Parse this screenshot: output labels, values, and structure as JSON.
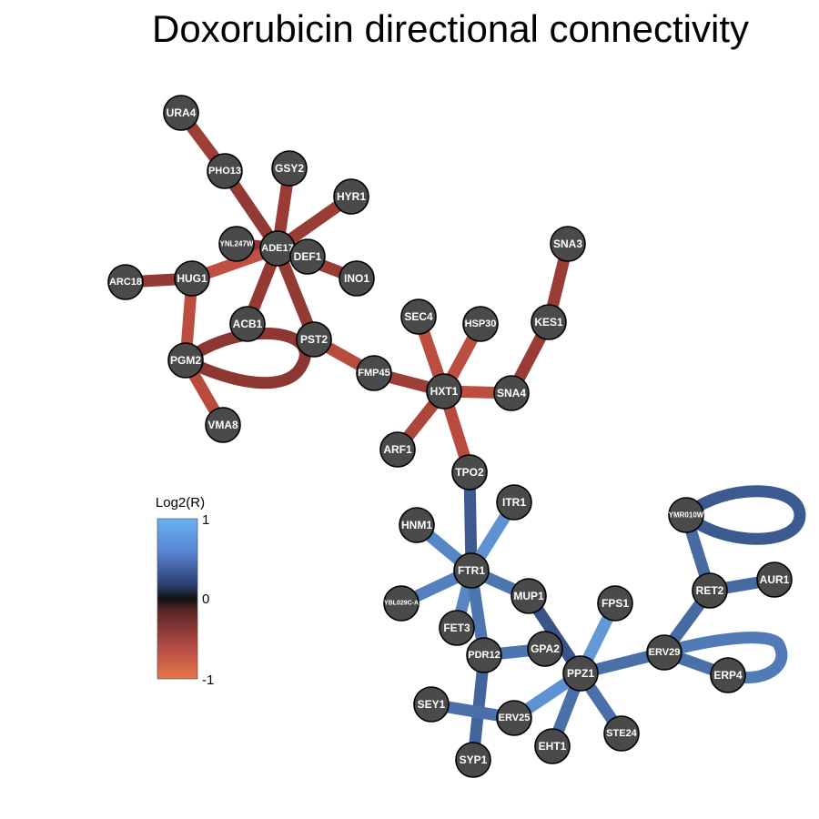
{
  "title": "Doxorubicin directional connectivity",
  "legend": {
    "title": "Log2(R)",
    "max_label": "1",
    "mid_label": "0",
    "min_label": "-1"
  },
  "nodes": [
    "URA4",
    "PHO13",
    "GSY2",
    "HYR1",
    "YNL247W",
    "ADE17",
    "DEF1",
    "INO1",
    "ARC18",
    "HUG1",
    "ACB1",
    "PST2",
    "PGM2",
    "VMA8",
    "FMP45",
    "SEC4",
    "HSP30",
    "SNA3",
    "KES1",
    "HXT1",
    "SNA4",
    "ARF1",
    "TPO2",
    "ITR1",
    "HNM1",
    "FTR1",
    "MUP1",
    "YBL029C-A",
    "FET3",
    "PDR12",
    "GPA2",
    "FPS1",
    "PPZ1",
    "SEY1",
    "ERV25",
    "SYP1",
    "EHT1",
    "STE24",
    "YMR010W",
    "RET2",
    "AUR1",
    "ERV29",
    "ERP4"
  ],
  "edges": [
    {
      "source": "URA4",
      "target": "PHO13",
      "value": -0.45
    },
    {
      "source": "PHO13",
      "target": "ADE17",
      "value": -0.35
    },
    {
      "source": "GSY2",
      "target": "ADE17",
      "value": -0.4
    },
    {
      "source": "HYR1",
      "target": "ADE17",
      "value": -0.4
    },
    {
      "source": "YNL247W",
      "target": "ADE17",
      "value": -0.3
    },
    {
      "source": "DEF1",
      "target": "ADE17",
      "value": -0.3
    },
    {
      "source": "INO1",
      "target": "ADE17",
      "value": -0.4
    },
    {
      "source": "HUG1",
      "target": "ADE17",
      "value": -0.8
    },
    {
      "source": "ACB1",
      "target": "ADE17",
      "value": -0.35
    },
    {
      "source": "PST2",
      "target": "ADE17",
      "value": -0.35
    },
    {
      "source": "ARC18",
      "target": "HUG1",
      "value": -0.35
    },
    {
      "source": "HUG1",
      "target": "PGM2",
      "value": -0.75
    },
    {
      "source": "PGM2",
      "target": "PGM2",
      "value": -0.3
    },
    {
      "source": "PGM2",
      "target": "VMA8",
      "value": -0.7
    },
    {
      "source": "PST2",
      "target": "FMP45",
      "value": -0.7
    },
    {
      "source": "FMP45",
      "target": "HXT1",
      "value": -0.45
    },
    {
      "source": "SEC4",
      "target": "HXT1",
      "value": -0.75
    },
    {
      "source": "HSP30",
      "target": "HXT1",
      "value": -0.75
    },
    {
      "source": "HXT1",
      "target": "SNA4",
      "value": -0.75
    },
    {
      "source": "SNA4",
      "target": "KES1",
      "value": -0.4
    },
    {
      "source": "KES1",
      "target": "SNA3",
      "value": -0.4
    },
    {
      "source": "ARF1",
      "target": "HXT1",
      "value": -0.6
    },
    {
      "source": "HXT1",
      "target": "TPO2",
      "value": -0.7
    },
    {
      "source": "TPO2",
      "target": "FTR1",
      "value": 0.3
    },
    {
      "source": "ITR1",
      "target": "FTR1",
      "value": 0.8
    },
    {
      "source": "HNM1",
      "target": "FTR1",
      "value": 0.7
    },
    {
      "source": "FTR1",
      "target": "YBL029C-A",
      "value": 0.65
    },
    {
      "source": "FTR1",
      "target": "FET3",
      "value": 0.7
    },
    {
      "source": "FTR1",
      "target": "MUP1",
      "value": 0.55
    },
    {
      "source": "FTR1",
      "target": "PDR12",
      "value": 0.55
    },
    {
      "source": "MUP1",
      "target": "PPZ1",
      "value": 0.25
    },
    {
      "source": "PDR12",
      "target": "GPA2",
      "value": 0.55
    },
    {
      "source": "PDR12",
      "target": "SYP1",
      "value": 0.4
    },
    {
      "source": "SEY1",
      "target": "ERV25",
      "value": 0.5
    },
    {
      "source": "ERV25",
      "target": "PPZ1",
      "value": 0.8
    },
    {
      "source": "FPS1",
      "target": "PPZ1",
      "value": 0.85
    },
    {
      "source": "PPZ1",
      "target": "EHT1",
      "value": 0.5
    },
    {
      "source": "PPZ1",
      "target": "STE24",
      "value": 0.5
    },
    {
      "source": "PPZ1",
      "target": "ERV29",
      "value": 0.5
    },
    {
      "source": "ERV29",
      "target": "RET2",
      "value": 0.45
    },
    {
      "source": "RET2",
      "target": "AUR1",
      "value": 0.45
    },
    {
      "source": "RET2",
      "target": "YMR010W",
      "value": 0.45
    },
    {
      "source": "YMR010W",
      "target": "YMR010W",
      "value": 0.3
    },
    {
      "source": "ERV29",
      "target": "ERP4",
      "value": 0.5
    },
    {
      "source": "ERP4",
      "target": "ERV29",
      "value": 0.6
    }
  ]
}
